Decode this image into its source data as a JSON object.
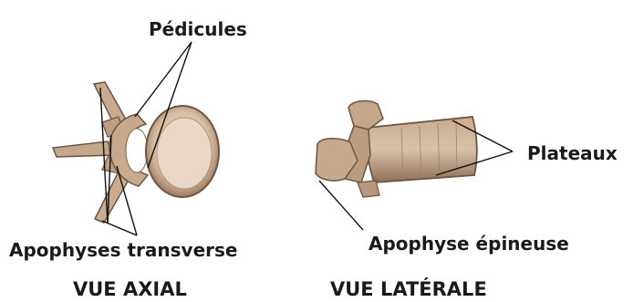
{
  "labels": {
    "pedicules": "Pédicules",
    "apophyses_transverse": "Apophyses transverse",
    "plateaux": "Plateaux",
    "apophyse_epineuse": "Apophyse épineuse"
  },
  "captions": {
    "axial": "VUE AXIAL",
    "laterale": "VUE LATÉRALE"
  },
  "colors": {
    "bone_fill": "#c7a98e",
    "bone_dark": "#8a6a52",
    "bone_light": "#e8d6c2",
    "vertebral_body": "#d9c0a6",
    "line": "#111111"
  }
}
